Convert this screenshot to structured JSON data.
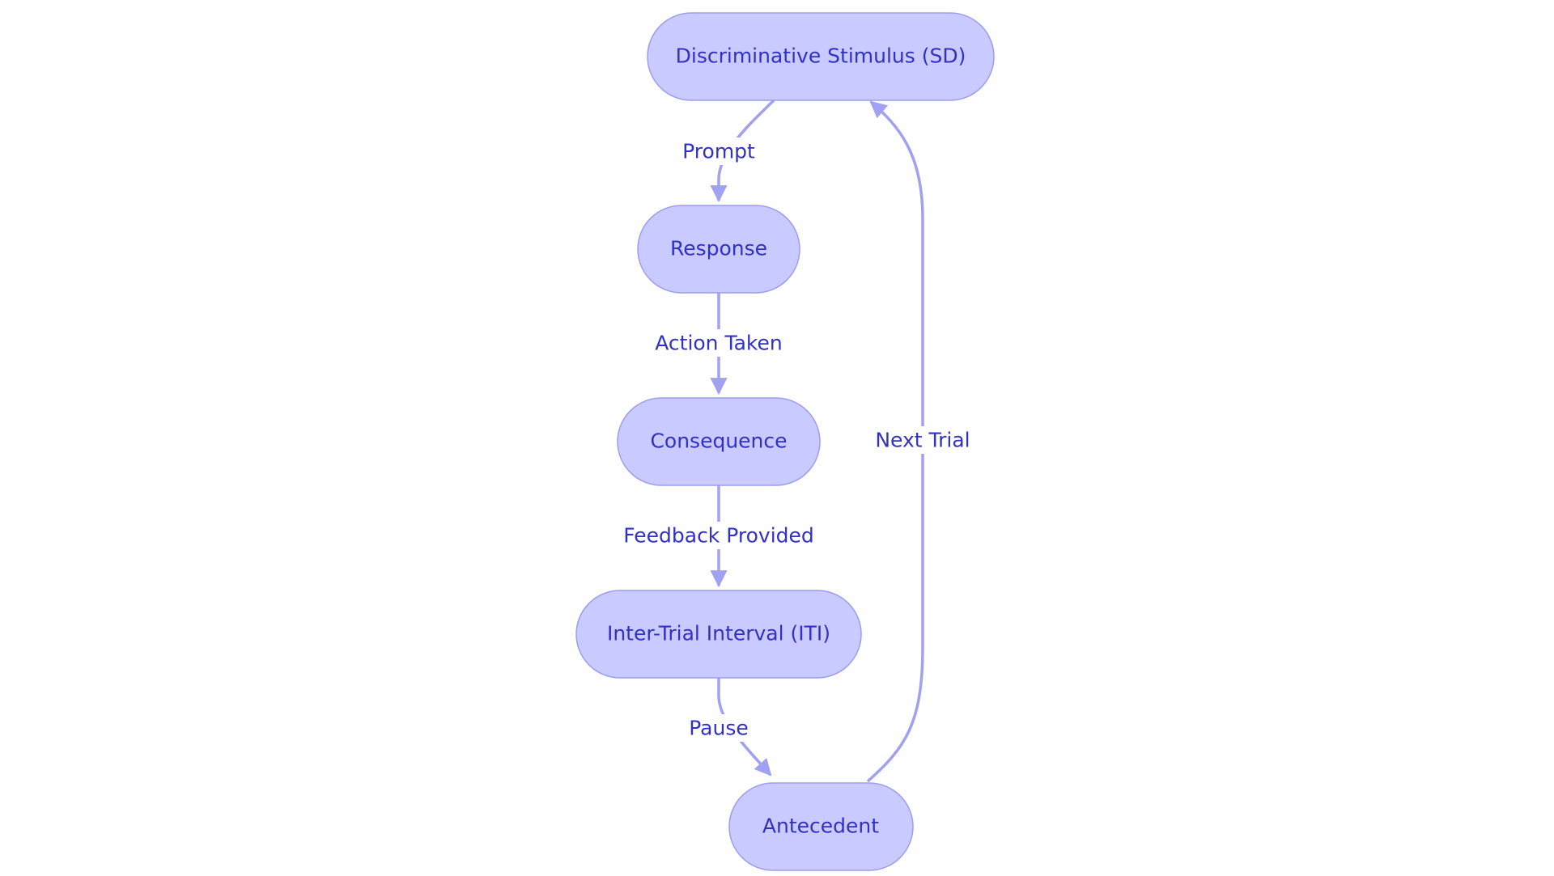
{
  "colors": {
    "node_fill": "#c9caff",
    "node_stroke": "#9c9df0",
    "edge": "#a0a1f0",
    "text": "#3131c4",
    "background": "#ffffff"
  },
  "nodes": {
    "sd": {
      "label": "Discriminative Stimulus (SD)"
    },
    "response": {
      "label": "Response"
    },
    "consequence": {
      "label": "Consequence"
    },
    "iti": {
      "label": "Inter-Trial Interval (ITI)"
    },
    "antecedent": {
      "label": "Antecedent"
    }
  },
  "edges": {
    "prompt": {
      "from": "Discriminative Stimulus (SD)",
      "to": "Response",
      "label": "Prompt"
    },
    "action_taken": {
      "from": "Response",
      "to": "Consequence",
      "label": "Action Taken"
    },
    "feedback_provided": {
      "from": "Consequence",
      "to": "Inter-Trial Interval (ITI)",
      "label": "Feedback Provided"
    },
    "pause": {
      "from": "Inter-Trial Interval (ITI)",
      "to": "Antecedent",
      "label": "Pause"
    },
    "next_trial": {
      "from": "Antecedent",
      "to": "Discriminative Stimulus (SD)",
      "label": "Next Trial"
    }
  }
}
